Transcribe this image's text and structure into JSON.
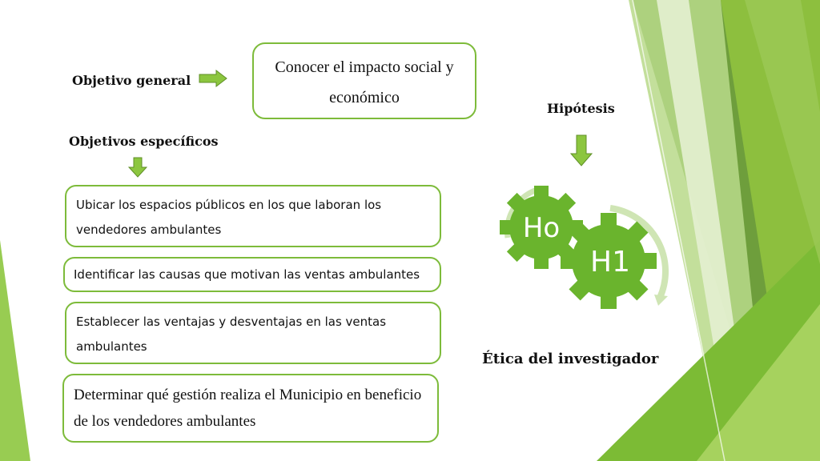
{
  "objetivo_general": {
    "label": "Objetivo  general",
    "text": "Conocer el impacto social y económico"
  },
  "objetivos_especificos": {
    "label": "Objetivos específicos",
    "items": [
      "Ubicar los espacios públicos en los que laboran los vendedores ambulantes",
      "Identificar las causas que motivan las ventas ambulantes",
      "Establecer las ventajas y desventajas en las ventas ambulantes",
      "Determinar qué gestión realiza el Municipio en beneficio de los vendedores ambulantes"
    ]
  },
  "hipotesis": {
    "label": "Hipótesis",
    "gears": [
      "Ho",
      "H1"
    ]
  },
  "etica": {
    "label": "Ética del investigador"
  },
  "colors": {
    "accent_green": "#7dbb3a",
    "gear_green": "#6ab42d",
    "arrow_green": "#8cc63f"
  }
}
